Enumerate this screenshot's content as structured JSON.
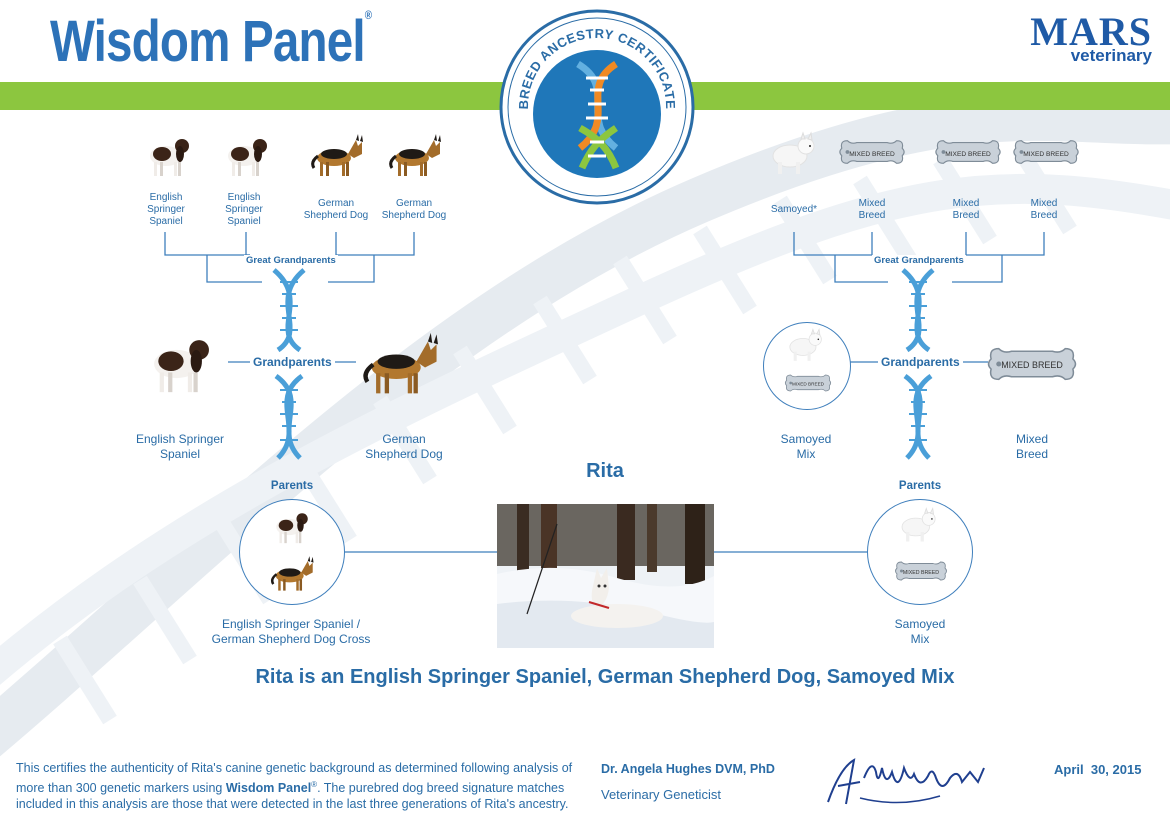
{
  "header": {
    "brand": "Wisdom Panel",
    "brand_mark": "®",
    "partner_line1": "MARS",
    "partner_line2": "veterinary",
    "seal_text": "BREED ANCESTRY CERTIFICATE"
  },
  "colors": {
    "primary": "#2a6ca6",
    "accent_green": "#8cc63f",
    "seal_blue": "#1f77b9",
    "dna_orange": "#f08a24"
  },
  "left": {
    "great_grandparents_label": "Great Grandparents",
    "great_grandparents": [
      {
        "name": "English Springer Spaniel",
        "lines": [
          "English",
          "Springer",
          "Spaniel"
        ],
        "icon": "springer-spaniel-icon"
      },
      {
        "name": "English Springer Spaniel",
        "lines": [
          "English",
          "Springer",
          "Spaniel"
        ],
        "icon": "springer-spaniel-icon"
      },
      {
        "name": "German Shepherd Dog",
        "lines": [
          "German",
          "Shepherd Dog"
        ],
        "icon": "german-shepherd-icon"
      },
      {
        "name": "German Shepherd Dog",
        "lines": [
          "German",
          "Shepherd Dog"
        ],
        "icon": "german-shepherd-icon"
      }
    ],
    "grandparents_label": "Grandparents",
    "grandparents": [
      {
        "lines": [
          "English Springer",
          "Spaniel"
        ],
        "icon": "springer-spaniel-icon"
      },
      {
        "lines": [
          "German",
          "Shepherd Dog"
        ],
        "icon": "german-shepherd-icon"
      }
    ],
    "parents_label": "Parents",
    "parent": {
      "lines": [
        "English Springer Spaniel /",
        "German Shepherd Dog Cross"
      ]
    }
  },
  "right": {
    "great_grandparents_label": "Great Grandparents",
    "great_grandparents": [
      {
        "lines": [
          "Samoyed*"
        ],
        "icon": "samoyed-icon"
      },
      {
        "lines": [
          "Mixed",
          "Breed"
        ],
        "icon": "mixed-breed-tag-icon"
      },
      {
        "lines": [
          "Mixed",
          "Breed"
        ],
        "icon": "mixed-breed-tag-icon"
      },
      {
        "lines": [
          "Mixed",
          "Breed"
        ],
        "icon": "mixed-breed-tag-icon"
      }
    ],
    "grandparents_label": "Grandparents",
    "grandparents": [
      {
        "lines": [
          "Samoyed",
          "Mix"
        ]
      },
      {
        "lines": [
          "Mixed",
          "Breed"
        ]
      }
    ],
    "parents_label": "Parents",
    "parent": {
      "lines": [
        "Samoyed",
        "Mix"
      ]
    }
  },
  "tag_text": "MIXED BREED",
  "dog": {
    "name": "Rita"
  },
  "summary": "Rita is an English Springer Spaniel, German Shepherd Dog, Samoyed Mix",
  "certification": {
    "text_before": "This certifies the authenticity of Rita's canine genetic background as determined following analysis of more than 300 genetic markers using ",
    "product": "Wisdom Panel",
    "product_mark": "®",
    "text_after": ". The purebred dog breed signature matches included in this analysis are those that were detected in the last three generations of Rita's ancestry."
  },
  "signatory": {
    "name": "Dr. Angela Hughes DVM, PhD",
    "title": "Veterinary Geneticist",
    "signature_text": "A.Hughes DVM"
  },
  "date": "April  30, 2015"
}
